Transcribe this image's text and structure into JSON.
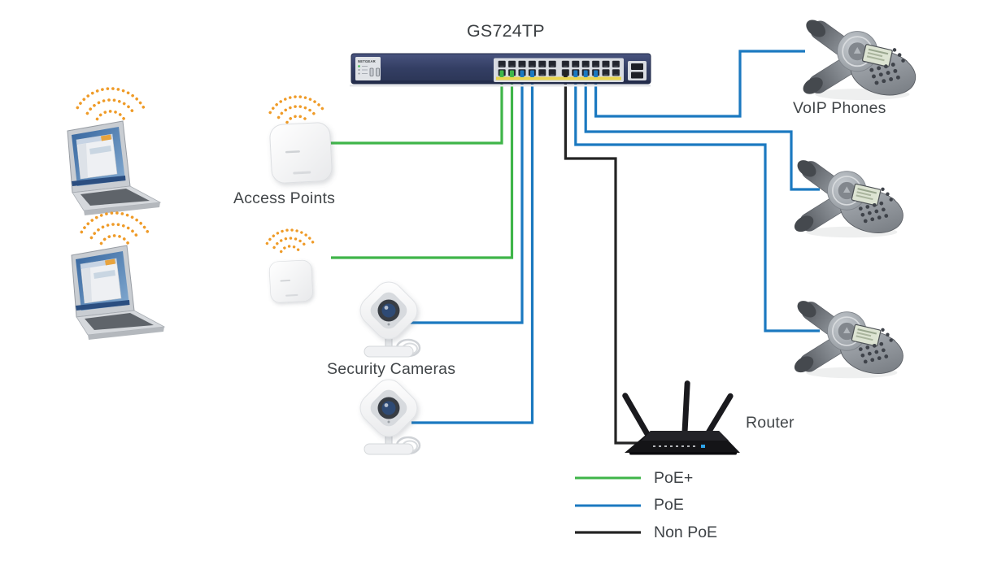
{
  "title": "GS724TP",
  "switch": {
    "model": "GS724TP",
    "brand": "NETGEAR",
    "port_count": 24
  },
  "labels": {
    "access_points": "Access Points",
    "security_cameras": "Security Cameras",
    "voip_phones": "VoIP Phones",
    "router": "Router"
  },
  "colors": {
    "poe_plus": "#3fb549",
    "poe": "#1b79c0",
    "non_poe": "#242424",
    "wifi": "#ef9b28"
  },
  "legend": {
    "items": [
      {
        "label": "PoE+",
        "color": "#3fb549"
      },
      {
        "label": "PoE",
        "color": "#1b79c0"
      },
      {
        "label": "Non PoE",
        "color": "#242424"
      }
    ]
  },
  "connections": [
    {
      "device": "Access Point 1",
      "type": "PoE+"
    },
    {
      "device": "Access Point 2",
      "type": "PoE+"
    },
    {
      "device": "Security Camera 1",
      "type": "PoE"
    },
    {
      "device": "Security Camera 2",
      "type": "PoE"
    },
    {
      "device": "VoIP Phone 1",
      "type": "PoE"
    },
    {
      "device": "VoIP Phone 2",
      "type": "PoE"
    },
    {
      "device": "VoIP Phone 3",
      "type": "PoE"
    },
    {
      "device": "Router",
      "type": "Non PoE"
    }
  ]
}
